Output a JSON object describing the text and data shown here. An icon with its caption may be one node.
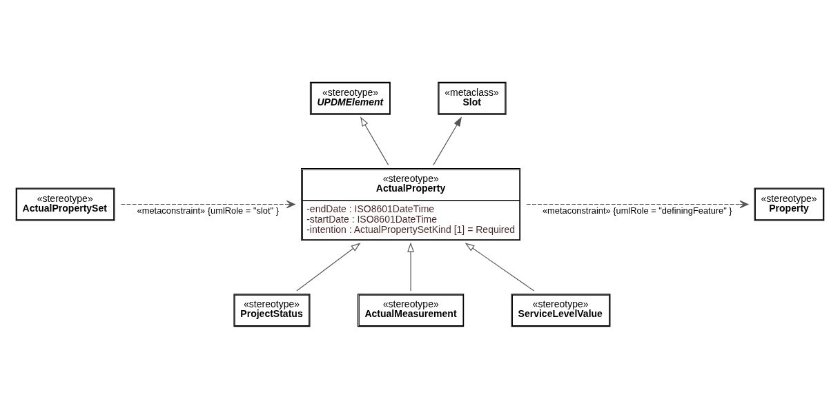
{
  "diagram": {
    "nodes": [
      {
        "text": [
          "«stereotype»",
          "UPDMElement"
        ]
      },
      {
        "text": [
          "«metaclass»",
          "Slot"
        ]
      },
      {
        "text": [
          "«stereotype»",
          "ActualProperty",
          "-endDate : ISO8601DateTime",
          "-startDate : ISO8601DateTime",
          "-intention : ActualPropertySetKind [1] = Required"
        ]
      },
      {
        "text": [
          "«stereotype»",
          "ActualPropertySet"
        ]
      },
      {
        "text": [
          "«stereotype»",
          "Property"
        ]
      },
      {
        "text": [
          "«stereotype»",
          "ProjectStatus"
        ]
      },
      {
        "text": [
          "«stereotype»",
          "ActualMeasurement"
        ]
      },
      {
        "text": [
          "«stereotype»",
          "ServiceLevelValue"
        ]
      }
    ],
    "edges": [
      {
        "from": 2,
        "to": 0,
        "arrow": "to"
      },
      {
        "from": 2,
        "to": 1,
        "arrow": "to"
      },
      {
        "from": 3,
        "to": 2,
        "arrow": "to",
        "style": "dashed",
        "label": "«metaconstraint» {umlRole = \"slot\" }"
      },
      {
        "from": 2,
        "to": 4,
        "arrow": "to",
        "style": "dashed",
        "label": "«metaconstraint» {umlRole = \"definingFeature\" }"
      },
      {
        "from": 5,
        "to": 2,
        "arrow": "to"
      },
      {
        "from": 6,
        "to": 2,
        "arrow": "to"
      },
      {
        "from": 7,
        "to": 2,
        "arrow": "to"
      }
    ]
  }
}
